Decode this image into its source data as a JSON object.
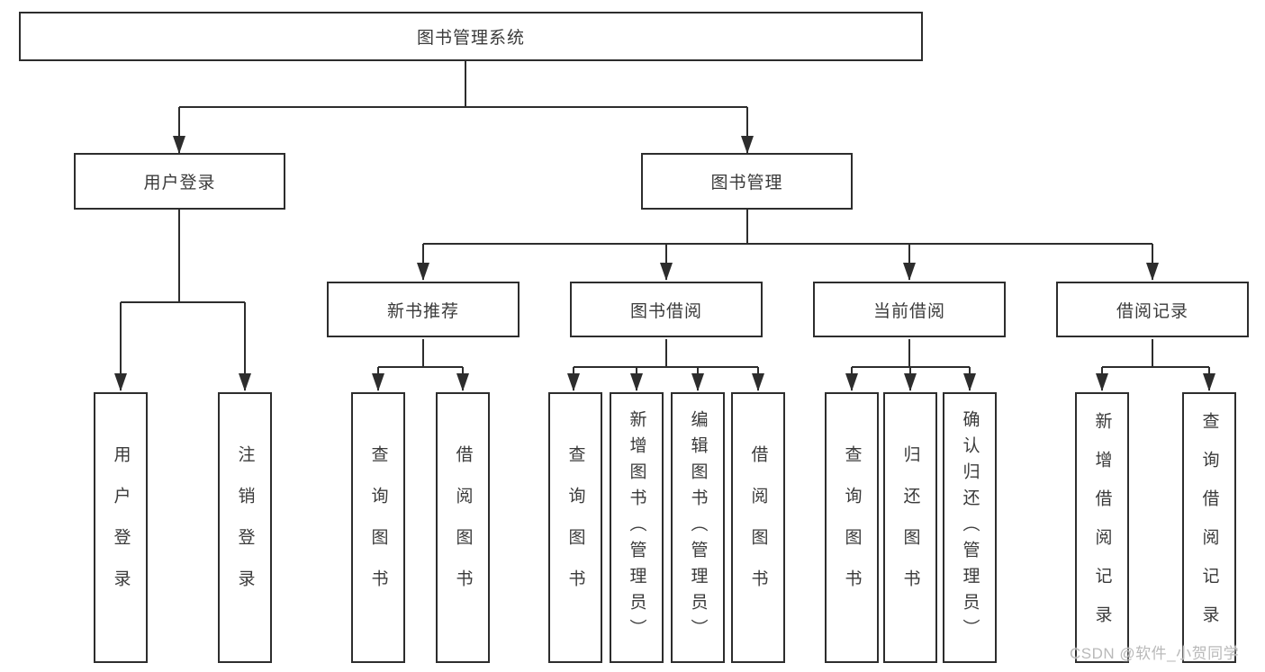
{
  "diagram_title": "图书管理系统",
  "colors": {
    "line": "#2d2d2d",
    "box_border": "#2d2d2d",
    "text": "#3a3a3a",
    "watermark": "#b9b9b9",
    "background": "#ffffff"
  },
  "tree": {
    "label": "图书管理系统",
    "children": [
      {
        "label": "用户登录",
        "children": [
          {
            "label": "用户登录"
          },
          {
            "label": "注销登录"
          }
        ]
      },
      {
        "label": "图书管理",
        "children": [
          {
            "label": "新书推荐",
            "children": [
              {
                "label": "查询图书"
              },
              {
                "label": "借阅图书"
              }
            ]
          },
          {
            "label": "图书借阅",
            "children": [
              {
                "label": "查询图书"
              },
              {
                "label": "新增图书（管理员）"
              },
              {
                "label": "编辑图书（管理员）"
              },
              {
                "label": "借阅图书"
              }
            ]
          },
          {
            "label": "当前借阅",
            "children": [
              {
                "label": "查询图书"
              },
              {
                "label": "归还图书"
              },
              {
                "label": "确认归还（管理员）"
              }
            ]
          },
          {
            "label": "借阅记录",
            "children": [
              {
                "label": "新增借阅记录"
              },
              {
                "label": "查询借阅记录"
              }
            ]
          }
        ]
      }
    ]
  },
  "watermark": "CSDN @软件_小贺同学"
}
